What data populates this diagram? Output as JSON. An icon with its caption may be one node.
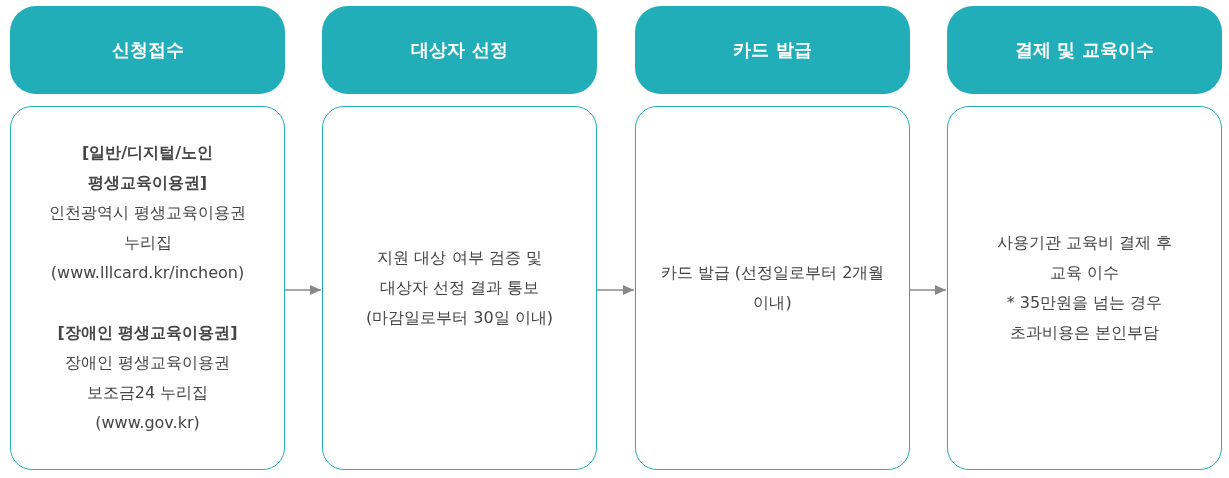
{
  "diagram": {
    "nodes": [
      {
        "text": [
          "신청접수"
        ]
      },
      {
        "text": [
          "[일반/디지털/노인 평생교육이용권]",
          "인천광역시 평생교육이용권 누리집 (www.lllcard.kr/incheon)",
          "[장애인 평생교육이용권]",
          "장애인 평생교육이용권 보조금24 누리집 (www.gov.kr)"
        ]
      },
      {
        "text": [
          "대상자 선정"
        ]
      },
      {
        "text": [
          "지원 대상 여부 검증 및 대상자 선정 결과 통보 (마감일로부터 30일 이내)"
        ]
      },
      {
        "text": [
          "카드 발급"
        ]
      },
      {
        "text": [
          "카드 발급 (선정일로부터 2개월 이내)"
        ]
      },
      {
        "text": [
          "결제 및 교육이수"
        ]
      },
      {
        "text": [
          "사용기관 교육비 결제 후 교육 이수",
          "* 35만원을 넘는 경우 초과비용은 본인부담"
        ]
      }
    ],
    "edges": [
      {
        "from": 1,
        "to": 3,
        "arrow": "to"
      },
      {
        "from": 3,
        "to": 5,
        "arrow": "to"
      },
      {
        "from": 5,
        "to": 7,
        "arrow": "to"
      }
    ]
  }
}
